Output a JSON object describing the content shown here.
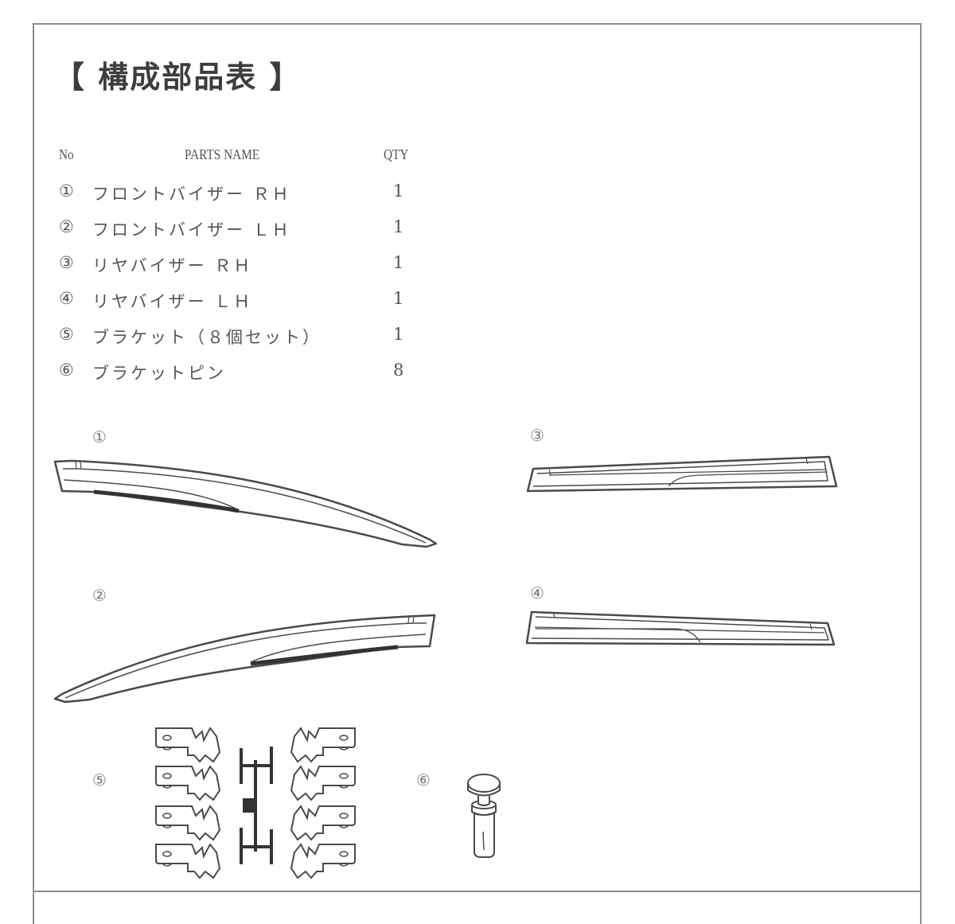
{
  "document": {
    "title": "【 構成部品表 】",
    "table": {
      "headers": {
        "no": "No",
        "parts_name": "PARTS NAME",
        "qty": "QTY"
      },
      "rows": [
        {
          "no": "①",
          "name": "フロントバイザー ＲＨ",
          "qty": "1"
        },
        {
          "no": "②",
          "name": "フロントバイザー ＬＨ",
          "qty": "1"
        },
        {
          "no": "③",
          "name": "リヤバイザー ＲＨ",
          "qty": "1"
        },
        {
          "no": "④",
          "name": "リヤバイザー ＬＨ",
          "qty": "1"
        },
        {
          "no": "⑤",
          "name": "ブラケット（８個セット）",
          "qty": "1"
        },
        {
          "no": "⑥",
          "name": "ブラケットピン",
          "qty": "8"
        }
      ]
    },
    "illustrations": [
      {
        "label": "①",
        "part": "front-visor-rh"
      },
      {
        "label": "②",
        "part": "front-visor-lh"
      },
      {
        "label": "③",
        "part": "rear-visor-rh"
      },
      {
        "label": "④",
        "part": "rear-visor-lh"
      },
      {
        "label": "⑤",
        "part": "bracket-set"
      },
      {
        "label": "⑥",
        "part": "bracket-pin"
      }
    ]
  }
}
